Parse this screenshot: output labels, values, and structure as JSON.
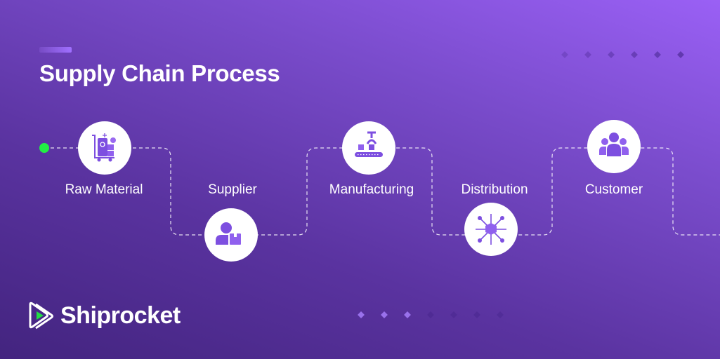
{
  "title": "Supply Chain Process",
  "steps": [
    {
      "label": "Raw Material",
      "icon": "cart-boxes-icon"
    },
    {
      "label": "Supplier",
      "icon": "person-box-icon"
    },
    {
      "label": "Manufacturing",
      "icon": "robot-arm-conveyor-icon"
    },
    {
      "label": "Distribution",
      "icon": "box-network-icon"
    },
    {
      "label": "Customer",
      "icon": "group-users-icon"
    }
  ],
  "brand": {
    "name": "Shiprocket",
    "logo_accent": "#22dd44"
  },
  "colors": {
    "start_dot": "#22ee44",
    "icon": "#7d4fe0",
    "bg_start": "#43247f",
    "bg_end": "#9a60f5"
  }
}
